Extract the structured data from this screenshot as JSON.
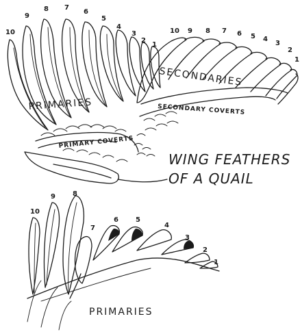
{
  "title": {
    "line1": "WING FEATHERS",
    "line2": "OF A QUAIL"
  },
  "labels": {
    "primaries_top": "PRIMARIES",
    "secondaries": "SECONDARIES",
    "secondary_coverts": "SECONDARY COVERTS",
    "primary_coverts": "PRIMARY COVERTS",
    "primaries_bottom": "PRIMARIES"
  },
  "numbers": {
    "top_primaries": [
      "10",
      "9",
      "8",
      "7",
      "6",
      "5",
      "4",
      "3",
      "2",
      "1"
    ],
    "secondaries": [
      "10",
      "9",
      "8",
      "7",
      "6",
      "5",
      "4",
      "3",
      "2",
      "1"
    ],
    "bottom_primaries": [
      "10",
      "9",
      "8",
      "7",
      "6",
      "5",
      "4",
      "3",
      "2",
      "1"
    ]
  }
}
